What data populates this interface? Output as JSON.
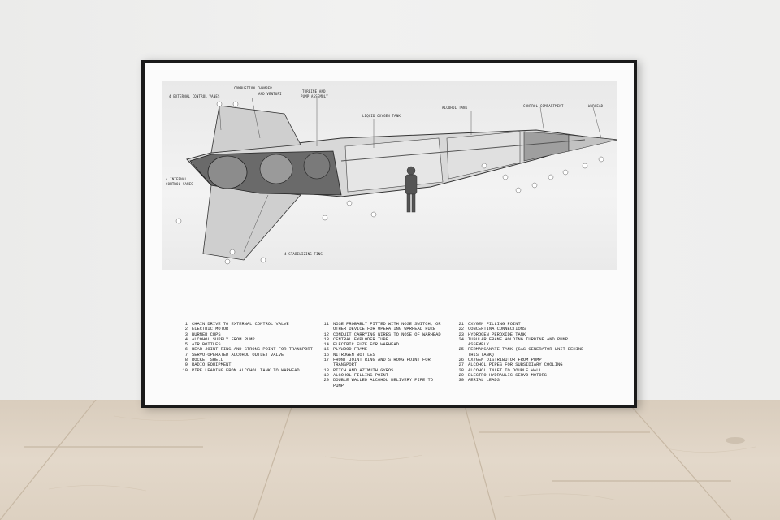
{
  "diagram_labels": {
    "external_control_vanes": "4 External Control Vanes",
    "combustion_chamber": "Combustion Chamber",
    "and_venturi": "and Venturi",
    "turbine": "Turbine and",
    "pump_assembly": "Pump Assembly",
    "liquid_oxygen_tank": "Liquid Oxygen Tank",
    "alcohol_tank": "Alcohol Tank",
    "control_compartment": "Control Compartment",
    "warhead": "Warhead",
    "internal_control_vanes_1": "4 Internal",
    "internal_control_vanes_2": "Control Vanes",
    "stabilizing_fins": "4 Stabilizing Fins"
  },
  "legend": {
    "col1": [
      {
        "n": "1",
        "t": "Chain drive to external control valve"
      },
      {
        "n": "2",
        "t": "Electric motor"
      },
      {
        "n": "3",
        "t": "Burner cups"
      },
      {
        "n": "4",
        "t": "Alcohol supply from pump"
      },
      {
        "n": "5",
        "t": "Air bottles"
      },
      {
        "n": "6",
        "t": "Rear joint ring and strong point for transport"
      },
      {
        "n": "7",
        "t": "Servo-operated alcohol outlet valve"
      },
      {
        "n": "8",
        "t": "Rocket shell"
      },
      {
        "n": "9",
        "t": "Radio equipment"
      },
      {
        "n": "10",
        "t": "Pipe leading from alcohol tank to warhead"
      }
    ],
    "col2": [
      {
        "n": "11",
        "t": "Nose probably fitted with nose switch, or",
        "c": "other device for operating warhead fuze"
      },
      {
        "n": "12",
        "t": "Conduit carrying wires to nose of warhead"
      },
      {
        "n": "13",
        "t": "Central exploder tube"
      },
      {
        "n": "14",
        "t": "Electric fuze for warhead"
      },
      {
        "n": "15",
        "t": "Plywood frame"
      },
      {
        "n": "16",
        "t": "Nitrogen bottles"
      },
      {
        "n": "17",
        "t": "Front joint ring and strong point for",
        "c": "transport"
      },
      {
        "n": "18",
        "t": "Pitch and azimuth gyros"
      },
      {
        "n": "19",
        "t": "Alcohol filling point"
      },
      {
        "n": "20",
        "t": "Double walled alcohol delivery pipe to",
        "c": "pump"
      }
    ],
    "col3": [
      {
        "n": "21",
        "t": "Oxygen filling point"
      },
      {
        "n": "22",
        "t": "Concertina connections"
      },
      {
        "n": "23",
        "t": "Hydrogen peroxide tank"
      },
      {
        "n": "24",
        "t": "Tubular frame holding turbine and pump",
        "c": "assembly"
      },
      {
        "n": "25",
        "t": "Permanganate tank (gas generator unit behind",
        "c": "this tank)"
      },
      {
        "n": "26",
        "t": "Oxygen distributor from pump"
      },
      {
        "n": "27",
        "t": "Alcohol pipes for subsidiary cooling"
      },
      {
        "n": "28",
        "t": "Alcohol inlet to double wall"
      },
      {
        "n": "29",
        "t": "Electro-hydraulic servo motors"
      },
      {
        "n": "30",
        "t": "Aerial leads"
      }
    ]
  },
  "colors": {
    "frame": "#1a1a1a",
    "wall": "#eeeeed",
    "floor": "#ddd1c1"
  }
}
